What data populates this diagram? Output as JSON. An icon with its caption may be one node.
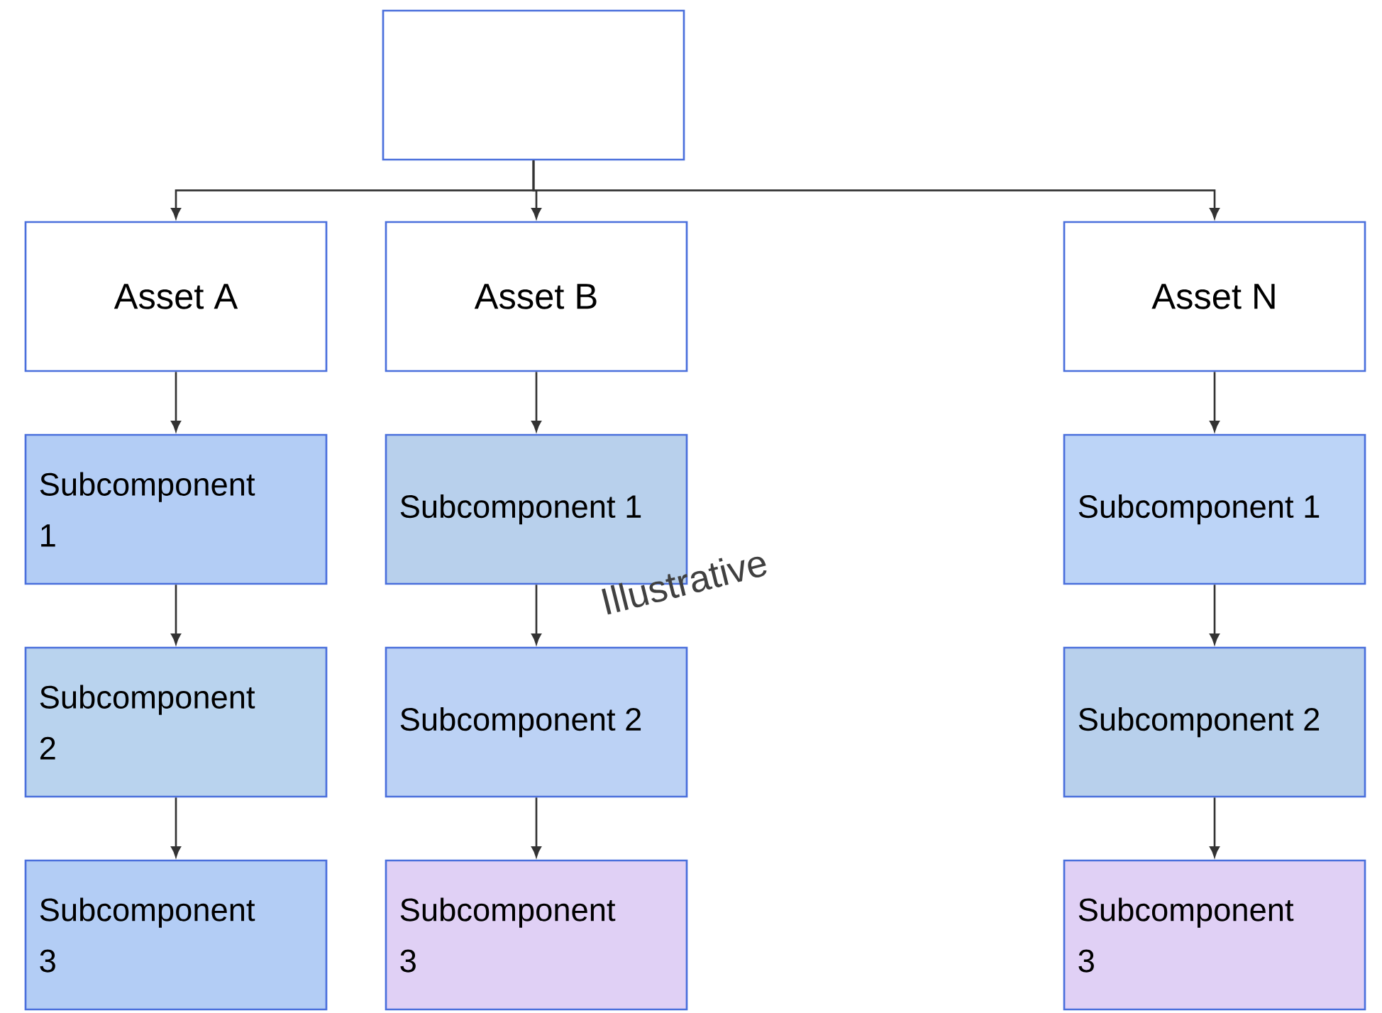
{
  "diagram": {
    "nodes": [
      {
        "text": [],
        "shape": "box"
      },
      {
        "text": [
          "Asset A"
        ]
      },
      {
        "text": [
          "Asset B"
        ]
      },
      {
        "text": [
          "Asset N"
        ]
      },
      {
        "text": [
          "Subcomponent 1"
        ]
      },
      {
        "text": [
          "Subcomponent 1"
        ]
      },
      {
        "text": [
          "Subcomponent 1"
        ]
      },
      {
        "text": [
          "Subcomponent 2"
        ]
      },
      {
        "text": [
          "Subcomponent 2"
        ]
      },
      {
        "text": [
          "Subcomponent 2"
        ]
      },
      {
        "text": [
          "Subcomponent 3"
        ]
      },
      {
        "text": [
          "Subcomponent 3"
        ]
      },
      {
        "text": [
          "Subcomponent 3"
        ]
      }
    ],
    "edges": [
      {
        "from": 0,
        "to": 1,
        "arrow": "to"
      },
      {
        "from": 0,
        "to": 2,
        "arrow": "to"
      },
      {
        "from": 0,
        "to": 3,
        "arrow": "to"
      },
      {
        "from": 1,
        "to": 4,
        "arrow": "to"
      },
      {
        "from": 4,
        "to": 7,
        "arrow": "to"
      },
      {
        "from": 7,
        "to": 10,
        "arrow": "to"
      },
      {
        "from": 2,
        "to": 5,
        "arrow": "to"
      },
      {
        "from": 5,
        "to": 8,
        "arrow": "to"
      },
      {
        "from": 8,
        "to": 11,
        "arrow": "to"
      },
      {
        "from": 3,
        "to": 6,
        "arrow": "to"
      },
      {
        "from": 6,
        "to": 9,
        "arrow": "to"
      },
      {
        "from": 9,
        "to": 12,
        "arrow": "to"
      }
    ],
    "labels": [
      "Illustrative"
    ]
  }
}
